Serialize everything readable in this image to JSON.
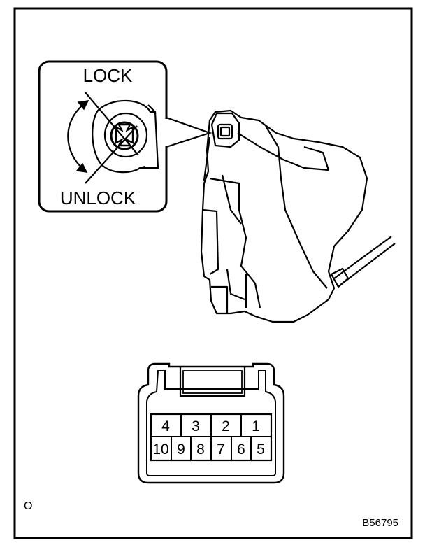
{
  "labels": {
    "lock": "LOCK",
    "unlock": "UNLOCK",
    "connector_view_mark": "O",
    "figure_ref": "B56795"
  },
  "connector": {
    "top_row": [
      "4",
      "3",
      "2",
      "1"
    ],
    "bottom_row": [
      "10",
      "9",
      "8",
      "7",
      "6",
      "5"
    ]
  },
  "colors": {
    "line": "#000000",
    "background": "#ffffff"
  }
}
